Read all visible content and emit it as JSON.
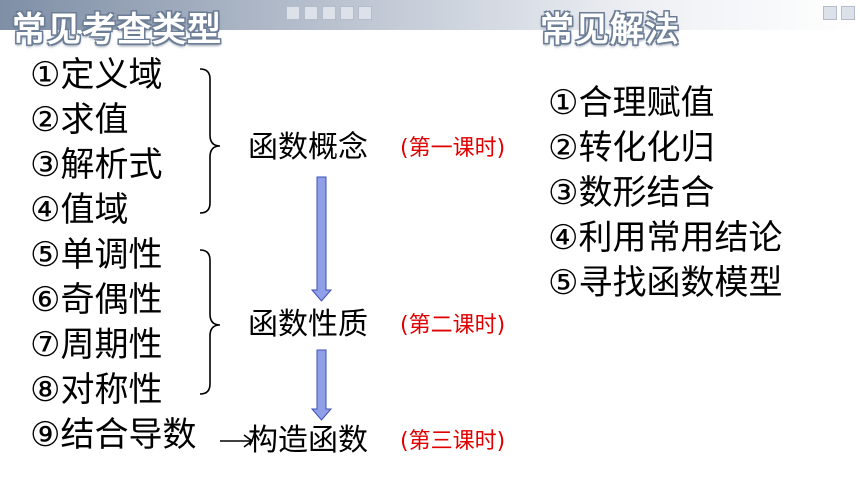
{
  "header": {
    "left_title": "常见考查类型",
    "right_title": "常见解法"
  },
  "types": [
    "①定义域",
    "②求值",
    "③解析式",
    "④值域",
    "⑤单调性",
    "⑥奇偶性",
    "⑦周期性",
    "⑧对称性",
    "⑨结合导数"
  ],
  "concepts": {
    "concept1": "函数概念",
    "concept1_lesson": "(第一课时)",
    "concept2": "函数性质",
    "concept2_lesson": "(第二课时)",
    "concept3": "构造函数",
    "concept3_lesson": "(第三课时)"
  },
  "methods": [
    "①合理赋值",
    "②转化化归",
    "③数形结合",
    "④利用常用结论",
    "⑤寻找函数模型"
  ],
  "colors": {
    "lesson_text": "#e00000",
    "arrow_fill": "#8fa0e8",
    "title_outline": "#6c7d96"
  }
}
